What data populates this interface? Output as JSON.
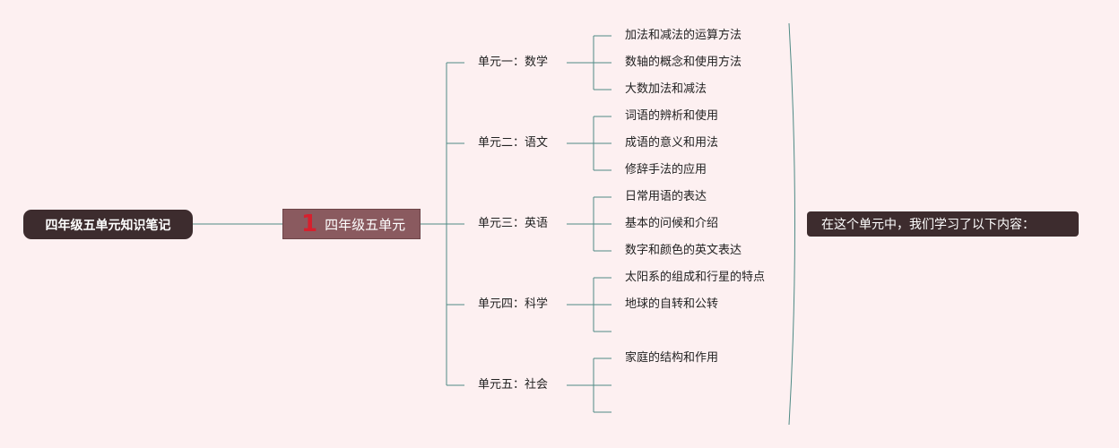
{
  "root": {
    "label": "四年级五单元知识笔记"
  },
  "main": {
    "badge": "1",
    "label": "四年级五单元"
  },
  "summary": {
    "label": "在这个单元中，我们学习了以下内容："
  },
  "units": [
    {
      "label": "单元一：数学",
      "topics": [
        "加法和减法的运算方法",
        "数轴的概念和使用方法",
        "大数加法和减法"
      ]
    },
    {
      "label": "单元二：语文",
      "topics": [
        "词语的辨析和使用",
        "成语的意义和用法",
        "修辞手法的应用"
      ]
    },
    {
      "label": "单元三：英语",
      "topics": [
        "日常用语的表达",
        "基本的问候和介绍",
        "数字和颜色的英文表达"
      ]
    },
    {
      "label": "单元四：科学",
      "topics": [
        "太阳系的组成和行星的特点",
        "地球的自转和公转",
        ""
      ]
    },
    {
      "label": "单元五：社会",
      "topics": [
        "家庭的结构和作用",
        "",
        ""
      ]
    }
  ],
  "colors": {
    "background": "#fdf0f1",
    "root_fill": "#3d2c2e",
    "main_fill": "#8a5a5f",
    "badge": "#d6202e",
    "connector": "#4f8a85"
  }
}
